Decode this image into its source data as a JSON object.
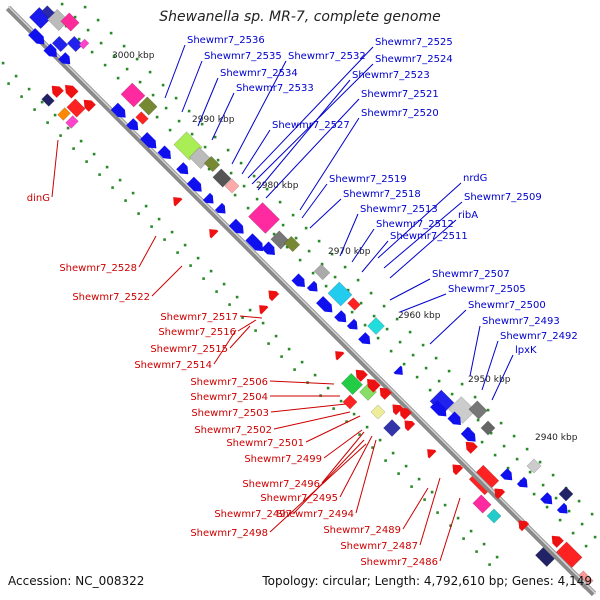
{
  "title": "Shewanella sp. MR-7, complete genome",
  "accession": "Accession: NC_008322",
  "topology": "Topology: circular; Length: 4,792,610 bp; Genes: 4,149",
  "colors": {
    "forward_label": "#0000cc",
    "reverse_label": "#cc0000",
    "backbone": "#888888",
    "tick": "#2a8a2a"
  },
  "kbp_ticks": [
    "3000 kbp",
    "2990 kbp",
    "2980 kbp",
    "2970 kbp",
    "2960 kbp",
    "2950 kbp",
    "2940 kbp"
  ],
  "forward_genes": [
    "Shewmr7_2536",
    "Shewmr7_2535",
    "Shewmr7_2534",
    "Shewmr7_2533",
    "Shewmr7_2532",
    "Shewmr7_2525",
    "Shewmr7_2524",
    "Shewmr7_2523",
    "Shewmr7_2521",
    "Shewmr7_2527",
    "Shewmr7_2520",
    "Shewmr7_2519",
    "Shewmr7_2518",
    "Shewmr7_2513",
    "Shewmr7_2512",
    "Shewmr7_2511",
    "nrdG",
    "Shewmr7_2509",
    "ribA",
    "Shewmr7_2507",
    "Shewmr7_2505",
    "Shewmr7_2500",
    "Shewmr7_2493",
    "Shewmr7_2492",
    "lpxK"
  ],
  "reverse_genes": [
    "dinG",
    "Shewmr7_2528",
    "Shewmr7_2522",
    "Shewmr7_2517",
    "Shewmr7_2516",
    "Shewmr7_2515",
    "Shewmr7_2514",
    "Shewmr7_2506",
    "Shewmr7_2504",
    "Shewmr7_2503",
    "Shewmr7_2502",
    "Shewmr7_2501",
    "Shewmr7_2499",
    "Shewmr7_2496",
    "Shewmr7_2495",
    "Shewmr7_2497",
    "Shewmr7_2494",
    "Shewmr7_2498",
    "Shewmr7_2489",
    "Shewmr7_2487",
    "Shewmr7_2486"
  ]
}
